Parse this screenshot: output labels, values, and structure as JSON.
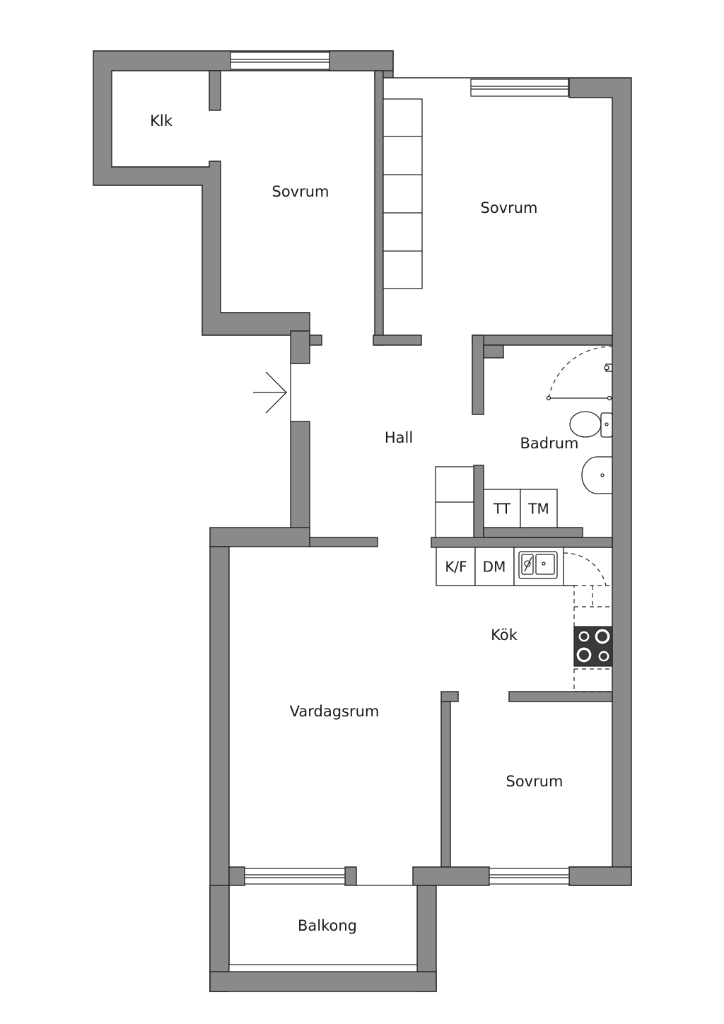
{
  "rooms": {
    "klk": "Klk",
    "sovrum_top_left": "Sovrum",
    "sovrum_top_right": "Sovrum",
    "hall": "Hall",
    "badrum": "Badrum",
    "kok": "Kök",
    "vardagsrum": "Vardagsrum",
    "sovrum_bottom": "Sovrum",
    "balkong": "Balkong"
  },
  "appliances": {
    "tt": "TT",
    "tm": "TM",
    "kf": "K/F",
    "dm": "DM"
  },
  "colors": {
    "wall": "#8a8a8a",
    "stroke": "#222222",
    "stove": "#3a3a3a"
  }
}
